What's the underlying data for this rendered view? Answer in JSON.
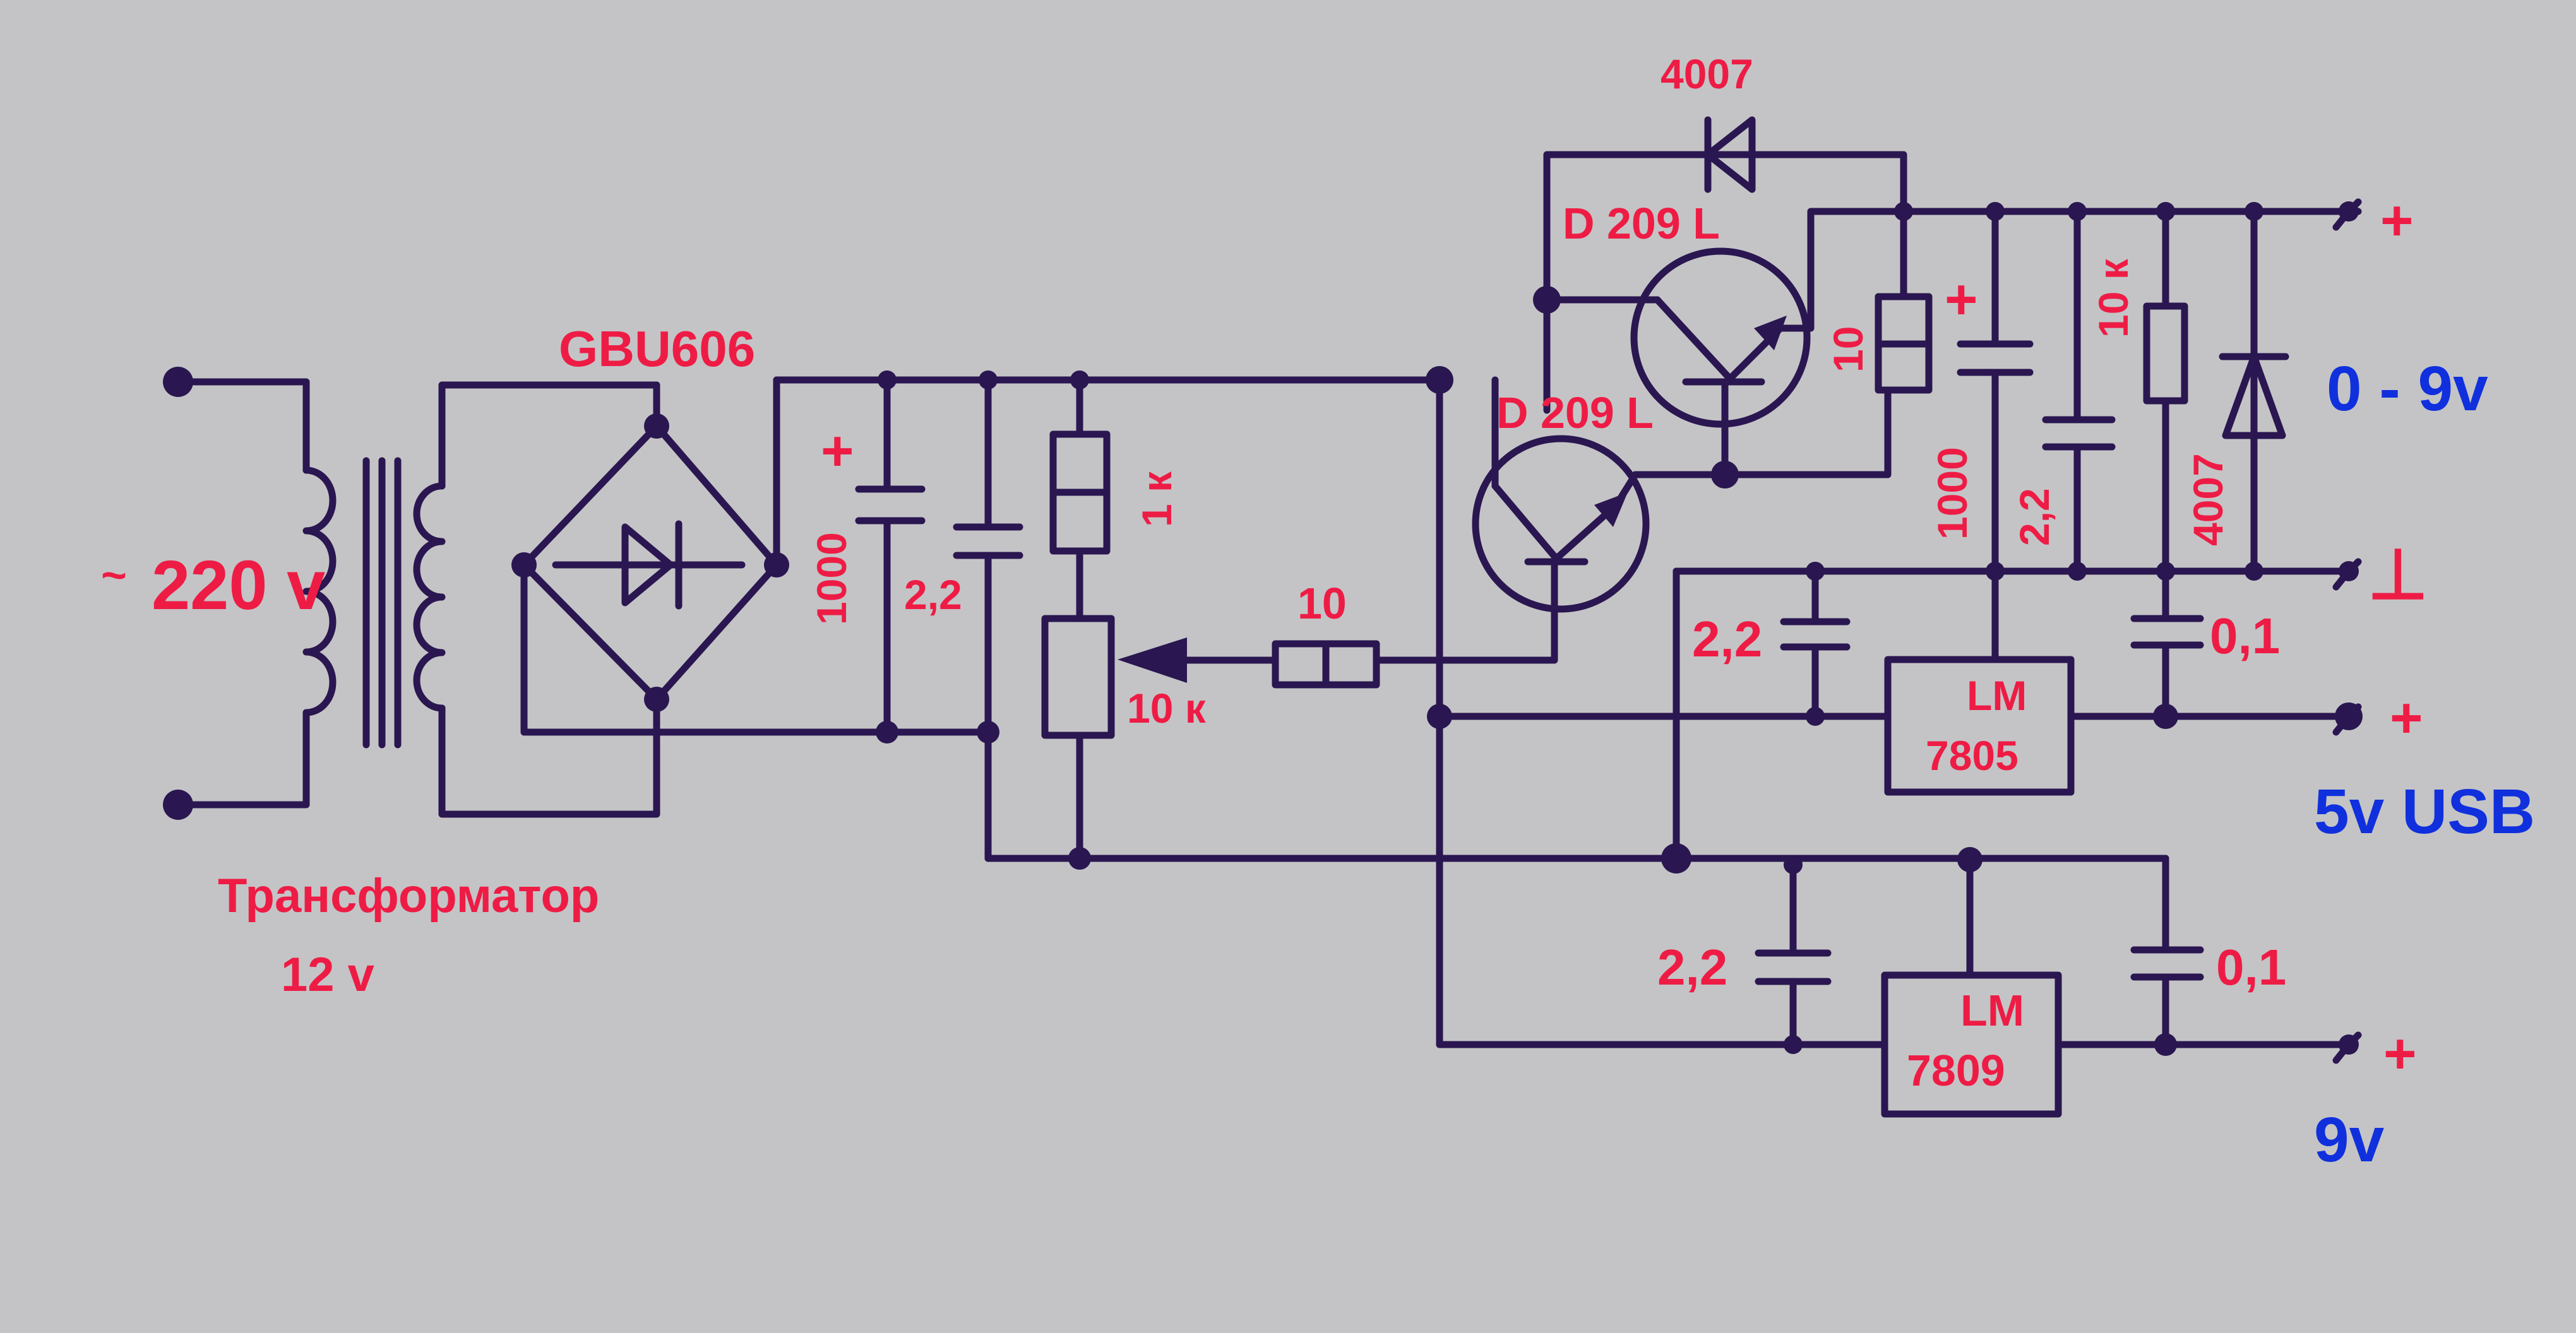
{
  "diagram": {
    "labels": {
      "ac_input": "220 v",
      "ac_symbol": "~",
      "transformer_name": "Трансформатор",
      "transformer_voltage": "12 v",
      "bridge": "GBU606",
      "cap_main": "1000",
      "cap_main_plus": "+",
      "cap_in": "2,2",
      "res_top": "1 к",
      "pot": "10 к",
      "res_base": "10",
      "diode_top": "4007",
      "transistor_1": "D 209 L",
      "transistor_2": "D 209 L",
      "res_out": "10",
      "cap_out": "1000",
      "cap_out_plus": "+",
      "cap_out_small": "2,2",
      "res_load": "10 к",
      "diode_out": "4007",
      "reg1_cap_in": "2,2",
      "reg1_cap_out": "0,1",
      "reg1_line1": "LM",
      "reg1_line2": "7805",
      "reg2_cap_in": "2,2",
      "reg2_cap_out": "0,1",
      "reg2_line1": "LM",
      "reg2_line2": "7809",
      "out1_plus": "+",
      "out1_minus": "⊥",
      "out1_label": "0 - 9v",
      "out2_plus": "+",
      "out2_label": "5v USB",
      "out3_plus": "+",
      "out3_label": "9v"
    },
    "colors": {
      "wire": "#2a1650",
      "label": "#ee1c45",
      "output_label": "#1030dd",
      "background": "#c4c4c6"
    }
  }
}
